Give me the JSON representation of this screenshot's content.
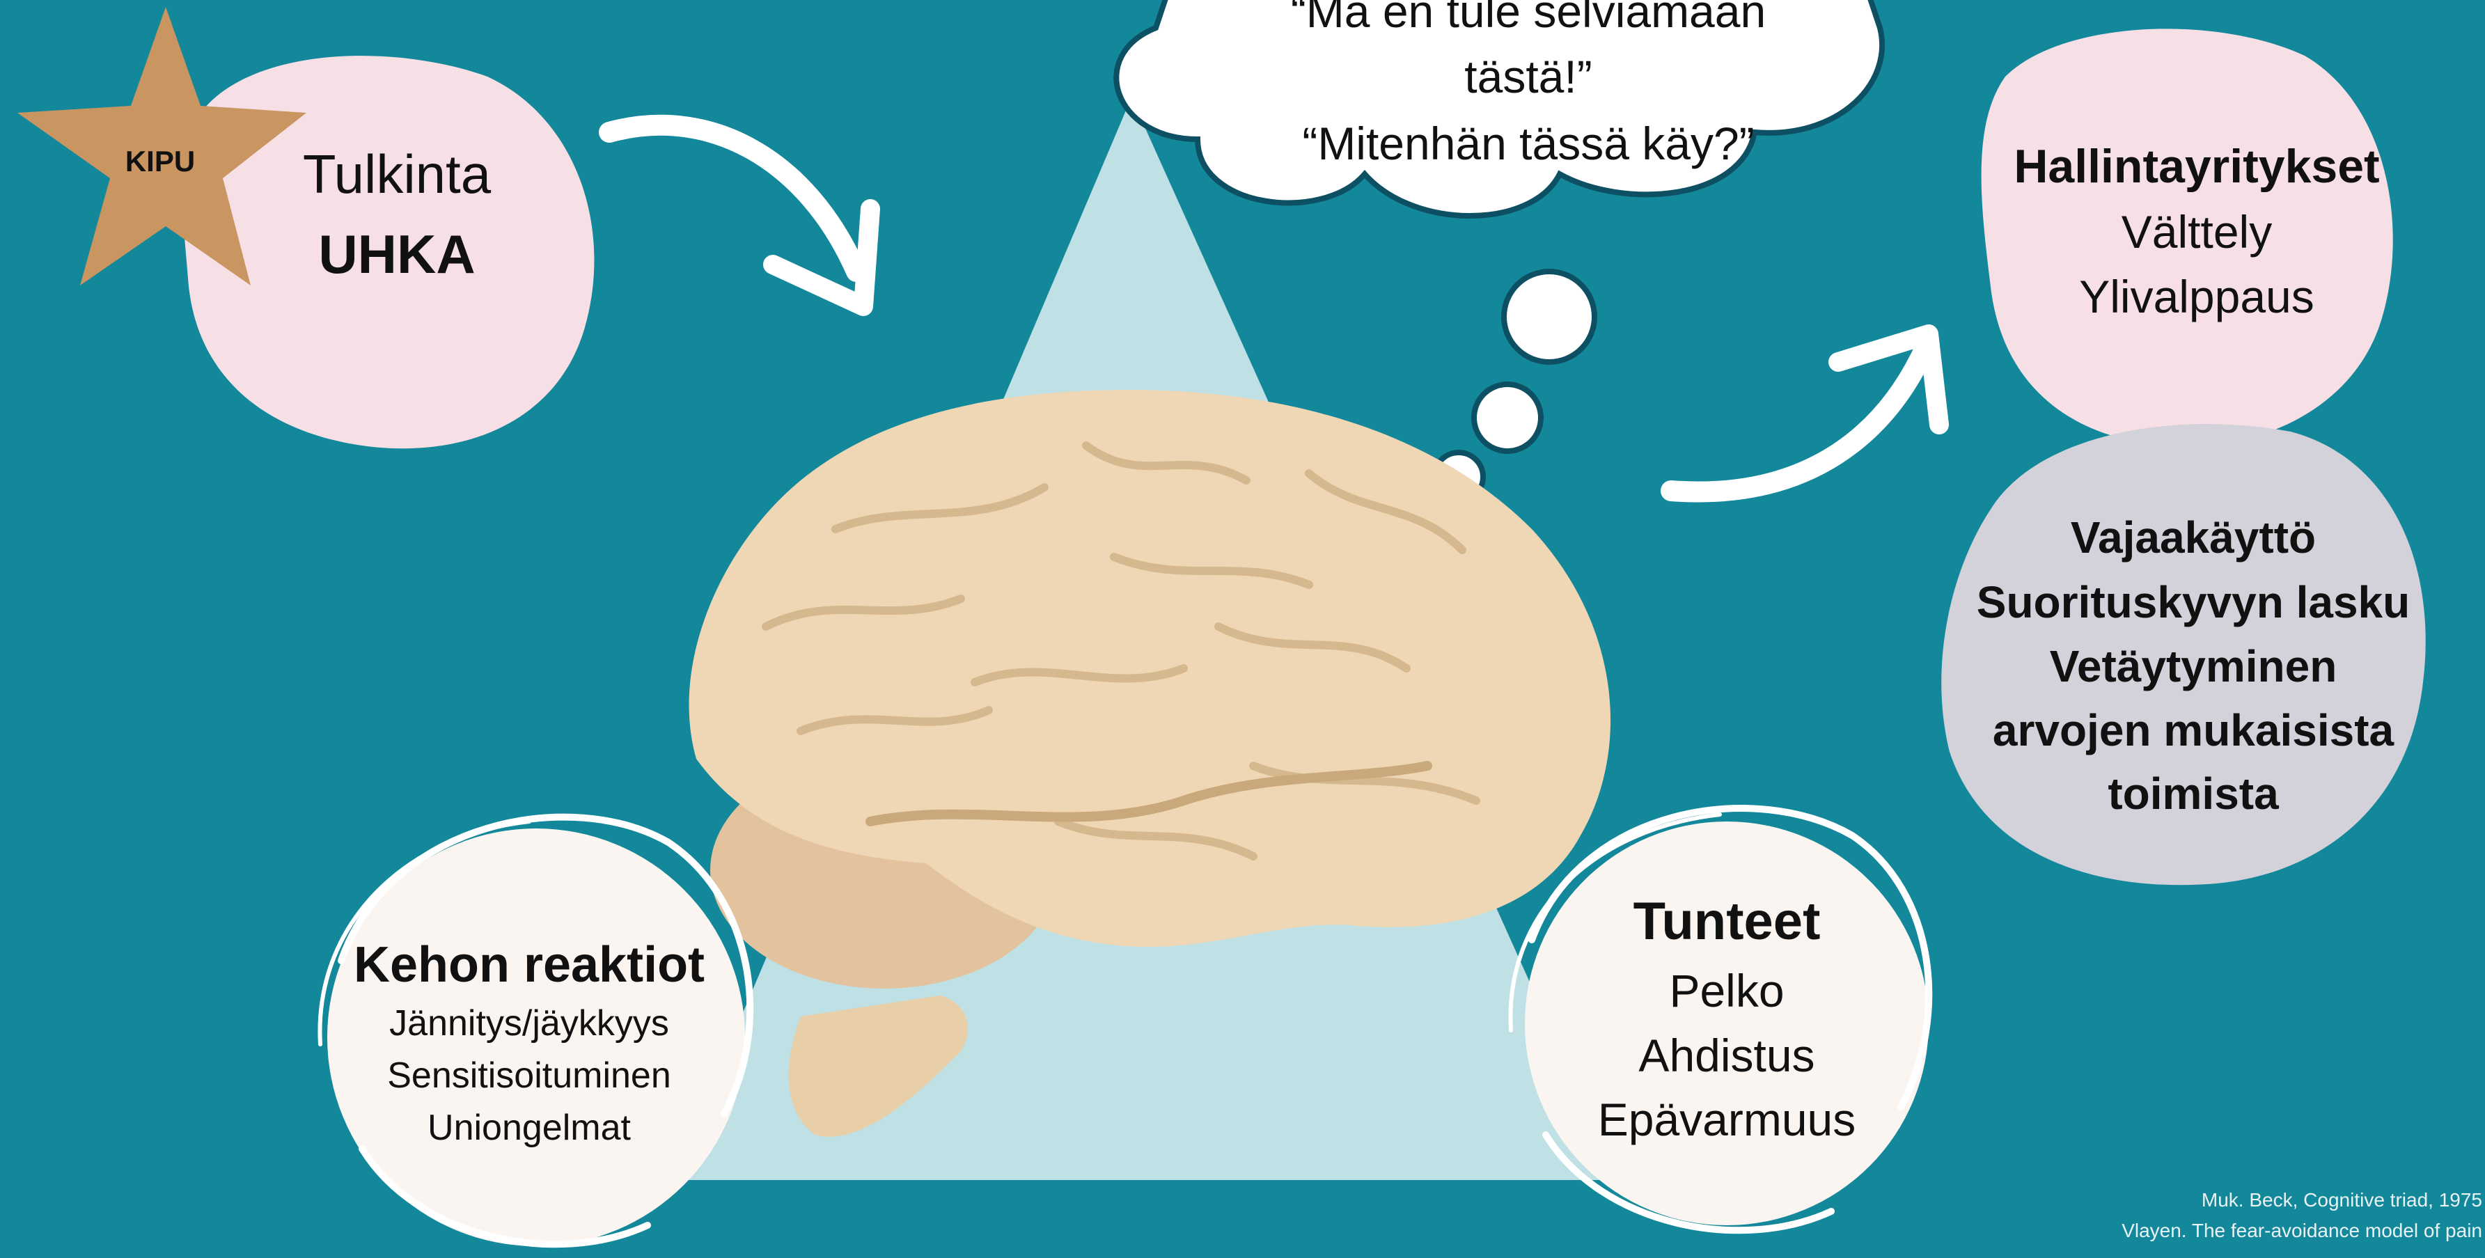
{
  "star": {
    "label": "KIPU"
  },
  "tulkinta": {
    "line1": "Tulkinta",
    "line2": "UHKA"
  },
  "thought": {
    "line1": "“Mä en tule selviämään",
    "line2": "tästä!”",
    "line3": "“Mitenhän tässä käy?”"
  },
  "hallinta": {
    "title": "Hallintayritykset",
    "items": [
      "Välttely",
      "Ylivalppaus"
    ]
  },
  "seuraukset": {
    "items": [
      "Vajaakäyttö",
      "Suorituskyvyn lasku",
      "Vetäytyminen",
      "arvojen mukaisista",
      "toimista"
    ]
  },
  "kehon": {
    "title": "Kehon reaktiot",
    "items": [
      "Jännitys/jäykkyys",
      "Sensitisoituminen",
      "Uniongelmat"
    ]
  },
  "tunteet": {
    "title": "Tunteet",
    "items": [
      "Pelko",
      "Ahdistus",
      "Epävarmuus"
    ]
  },
  "credits": {
    "line1": "Muk. Beck,  Cognitive triad, 1975",
    "line2": "Vlayen. The fear-avoidance model of pain"
  },
  "colors": {
    "background": "#12889a",
    "pink": "#f7dfe6",
    "grey": "#d3d1da",
    "star": "#c99560",
    "triangle": "#bfe0e4",
    "circle": "#fbf5f2"
  }
}
